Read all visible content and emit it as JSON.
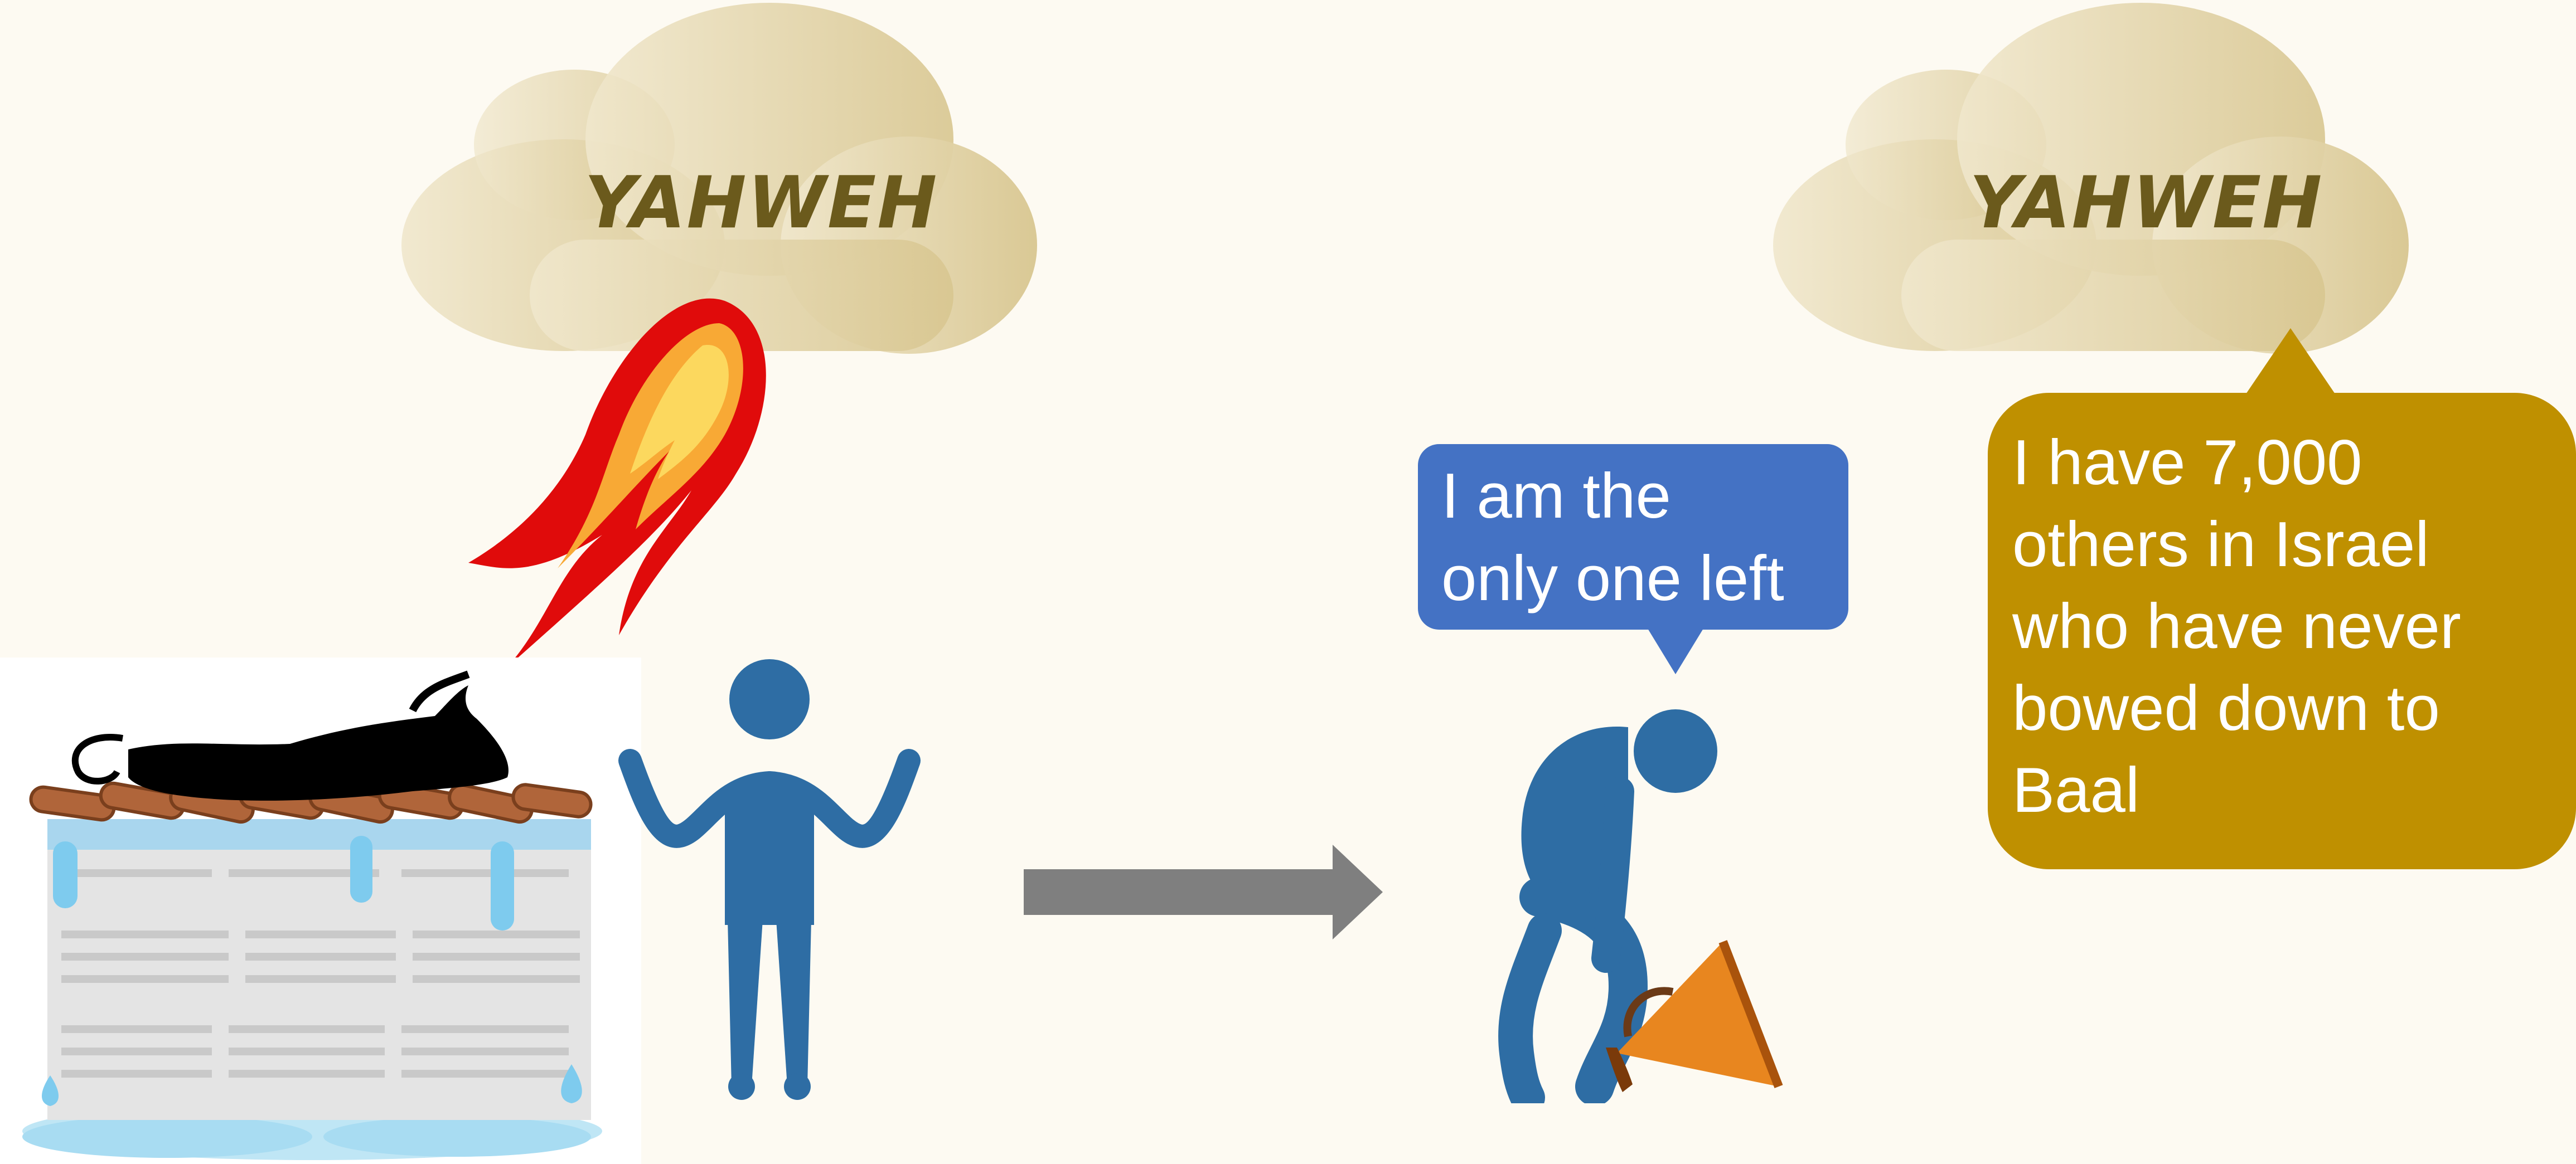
{
  "left_cloud": {
    "label": "YAHWEH"
  },
  "right_cloud": {
    "label": "YAHWEH"
  },
  "elijah_speech": {
    "lines": [
      "I am the",
      "only one left"
    ]
  },
  "yahweh_speech": {
    "lines": [
      "I have 7,000",
      "others in Israel",
      "who have never",
      "bowed down to",
      "Baal"
    ]
  },
  "colors": {
    "background": "#fdfaf2",
    "cloud": "#dcc996",
    "cloud_text": "#6b5a1c",
    "figure": "#2e6da4",
    "elijah_bubble": "#4472c4",
    "yahweh_bubble": "#bf9000",
    "arrow": "#7f7f7f",
    "fire_outer": "#e00b0b",
    "fire_mid": "#f8a935",
    "fire_inner": "#fcd85e",
    "horn": "#e8861f"
  },
  "icons": [
    "cloud-icon",
    "fire-icon",
    "altar-icon",
    "bull-icon",
    "person-shrugging-icon",
    "arrow-right-icon",
    "person-bowed-icon",
    "horn-icon"
  ]
}
